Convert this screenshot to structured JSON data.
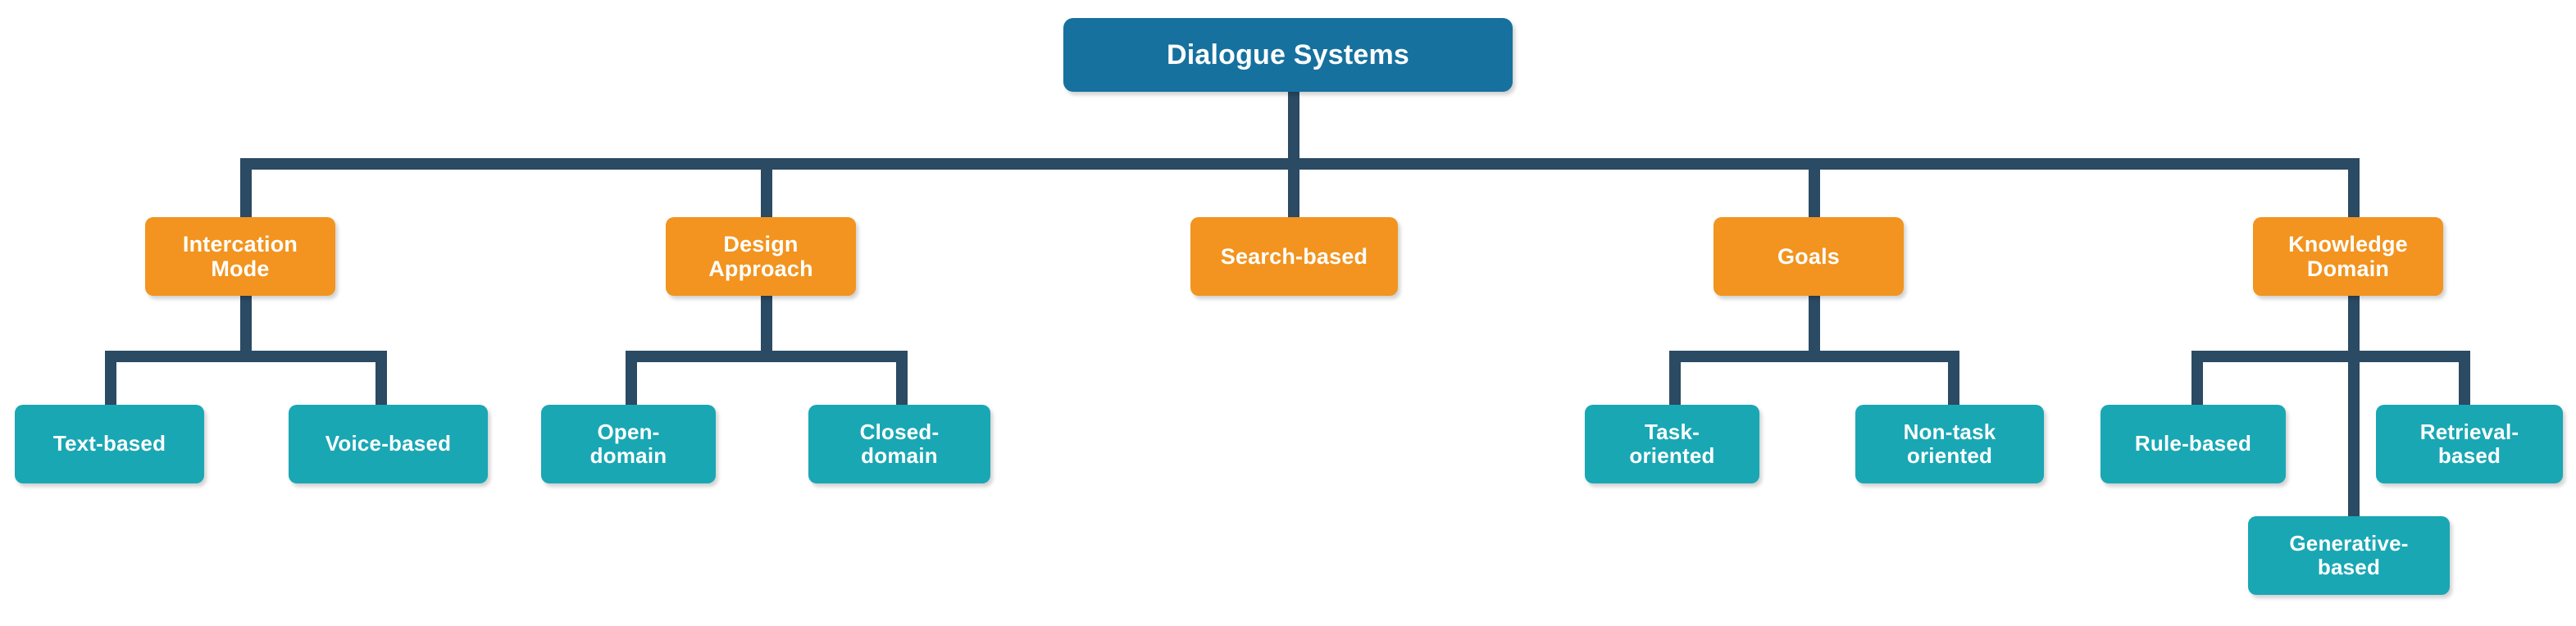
{
  "diagram": {
    "title": "Dialogue Systems",
    "type": "tree-taxonomy",
    "colors": {
      "root": "#16719e",
      "category": "#f2941f",
      "leaf": "#19a7b4",
      "connector": "#2b4a63",
      "background": "#ffffff",
      "text": "#ffffff"
    },
    "root": {
      "label": "Dialogue Systems"
    },
    "categories": [
      {
        "label": "Intercation\nMode"
      },
      {
        "label": "Design\nApproach"
      },
      {
        "label": "Search-based"
      },
      {
        "label": "Goals"
      },
      {
        "label": "Knowledge\nDomain"
      }
    ],
    "leaves": [
      {
        "label": "Text-based"
      },
      {
        "label": "Voice-based"
      },
      {
        "label": "Open-\ndomain"
      },
      {
        "label": "Closed-\ndomain"
      },
      {
        "label": "Task-\noriented"
      },
      {
        "label": "Non-task\noriented"
      },
      {
        "label": "Rule-based"
      },
      {
        "label": "Retrieval-\nbased"
      },
      {
        "label": "Generative-\nbased"
      }
    ],
    "hierarchy": {
      "Dialogue Systems": [
        "Intercation Mode",
        "Design Approach",
        "Search-based",
        "Goals",
        "Knowledge Domain"
      ],
      "Intercation Mode": [
        "Text-based",
        "Voice-based"
      ],
      "Design Approach": [
        "Open-domain",
        "Closed-domain"
      ],
      "Search-based": [],
      "Goals": [
        "Task-oriented",
        "Non-task oriented"
      ],
      "Knowledge Domain": [
        "Rule-based",
        "Generative-based",
        "Retrieval-based"
      ]
    }
  }
}
